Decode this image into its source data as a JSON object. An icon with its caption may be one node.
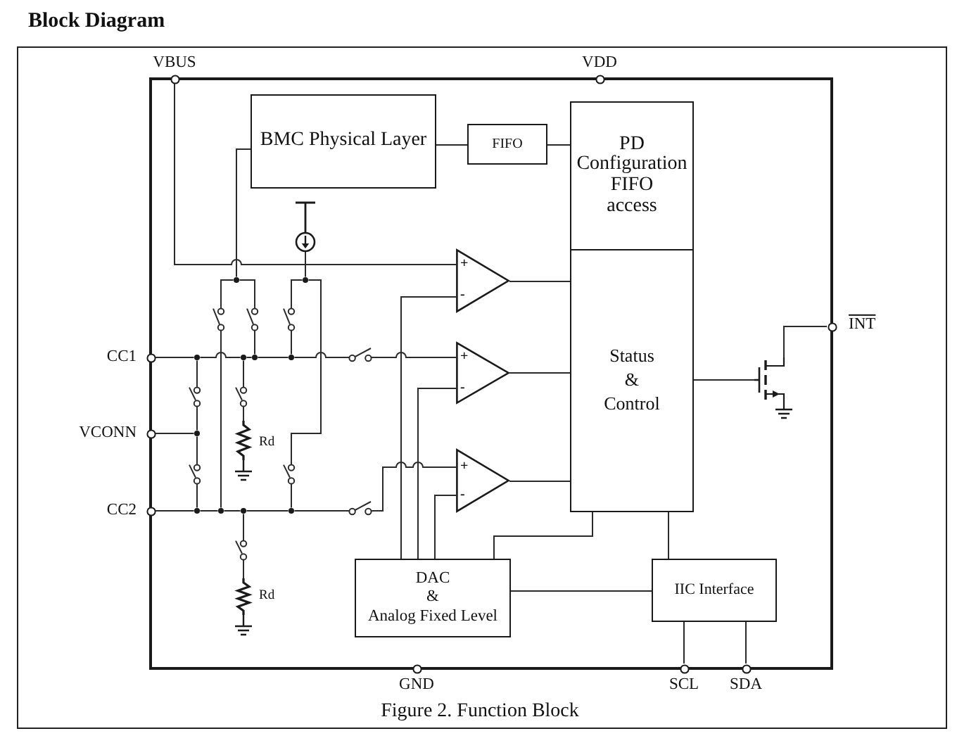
{
  "diagram": {
    "title": "Block Diagram",
    "caption": "Figure 2. Function Block",
    "nodes": [
      {
        "text": [],
        "shape": "circle",
        "beside": [
          "VBUS"
        ]
      },
      {
        "text": [],
        "shape": "circle",
        "beside": [
          "VDD"
        ]
      },
      {
        "text": [
          "BMC Physical Layer"
        ]
      },
      {
        "text": [
          "FIFO"
        ]
      },
      {
        "text": [
          "PD Configuration FIFO access"
        ]
      },
      {
        "text": [],
        "shape": "circle"
      },
      {
        "text": [
          "+",
          "-"
        ]
      },
      {
        "text": [
          "Status & Control"
        ]
      },
      {
        "text": [],
        "shape": "dot"
      },
      {
        "text": [],
        "shape": "dot"
      },
      {
        "text": [],
        "shape": "switch"
      },
      {
        "text": [],
        "shape": "switch"
      },
      {
        "text": [],
        "shape": "switch"
      },
      {
        "text": [],
        "shape": "circle",
        "beside": [
          "CC1"
        ]
      },
      {
        "text": [],
        "shape": "dot"
      },
      {
        "text": [],
        "shape": "dot"
      },
      {
        "text": [],
        "shape": "dot"
      },
      {
        "text": [],
        "shape": "dot"
      },
      {
        "text": [],
        "shape": "switch"
      },
      {
        "text": [
          "+",
          "-"
        ]
      },
      {
        "text": [],
        "shape": "circle",
        "beside": [
          "INT"
        ]
      },
      {
        "text": [],
        "shape": "transistor"
      },
      {
        "text": [],
        "shape": "switch"
      },
      {
        "text": [],
        "shape": "switch"
      },
      {
        "text": [],
        "shape": "circle",
        "beside": [
          "VCONN"
        ]
      },
      {
        "text": [],
        "shape": "dot"
      },
      {
        "text": [],
        "shape": "resistor",
        "beside": [
          "Rd"
        ]
      },
      {
        "text": [],
        "shape": "switch"
      },
      {
        "text": [],
        "shape": "switch"
      },
      {
        "text": [],
        "shape": "circle",
        "beside": [
          "CC2"
        ]
      },
      {
        "text": [],
        "shape": "dot"
      },
      {
        "text": [],
        "shape": "dot"
      },
      {
        "text": [],
        "shape": "dot"
      },
      {
        "text": [],
        "shape": "dot"
      },
      {
        "text": [],
        "shape": "switch"
      },
      {
        "text": [
          "+",
          "-"
        ]
      },
      {
        "text": [],
        "shape": "switch"
      },
      {
        "text": [],
        "shape": "resistor",
        "beside": [
          "Rd"
        ]
      },
      {
        "text": [
          "DAC & Analog Fixed Level"
        ]
      },
      {
        "text": [
          "IIC Interface"
        ]
      },
      {
        "text": [],
        "shape": "circle",
        "beside": [
          "GND"
        ]
      },
      {
        "text": [],
        "shape": "circle",
        "beside": [
          "SCL"
        ]
      },
      {
        "text": [],
        "shape": "circle",
        "beside": [
          "SDA"
        ]
      }
    ],
    "edges": [
      {
        "from": 2,
        "to": 3,
        "arrow": "none"
      },
      {
        "from": 3,
        "to": 4,
        "arrow": "none"
      },
      {
        "from": 0,
        "to": 6,
        "arrow": "none"
      },
      {
        "from": 2,
        "to": 8,
        "arrow": "none"
      },
      {
        "from": 8,
        "to": 10,
        "arrow": "none"
      },
      {
        "from": 8,
        "to": 11,
        "arrow": "none"
      },
      {
        "from": 5,
        "to": 9,
        "arrow": "none"
      },
      {
        "from": 9,
        "to": 12,
        "arrow": "none"
      },
      {
        "from": 9,
        "to": 28,
        "arrow": "none"
      },
      {
        "from": 10,
        "to": 31,
        "arrow": "none"
      },
      {
        "from": 11,
        "to": 16,
        "arrow": "none"
      },
      {
        "from": 12,
        "to": 17,
        "arrow": "none"
      },
      {
        "from": 6,
        "to": 7,
        "arrow": "none"
      },
      {
        "from": 13,
        "to": 14,
        "arrow": "none"
      },
      {
        "from": 14,
        "to": 15,
        "arrow": "none"
      },
      {
        "from": 15,
        "to": 16,
        "arrow": "none"
      },
      {
        "from": 16,
        "to": 17,
        "arrow": "none"
      },
      {
        "from": 17,
        "to": 18,
        "arrow": "none"
      },
      {
        "from": 18,
        "to": 19,
        "arrow": "none"
      },
      {
        "from": 19,
        "to": 7,
        "arrow": "none"
      },
      {
        "from": 7,
        "to": 21,
        "arrow": "none"
      },
      {
        "from": 21,
        "to": 20,
        "arrow": "none"
      },
      {
        "from": 14,
        "to": 22,
        "arrow": "none"
      },
      {
        "from": 15,
        "to": 23,
        "arrow": "none"
      },
      {
        "from": 22,
        "to": 25,
        "arrow": "none"
      },
      {
        "from": 24,
        "to": 25,
        "arrow": "none"
      },
      {
        "from": 23,
        "to": 26,
        "arrow": "none"
      },
      {
        "from": 25,
        "to": 27,
        "arrow": "none"
      },
      {
        "from": 27,
        "to": 30,
        "arrow": "none"
      },
      {
        "from": 28,
        "to": 33,
        "arrow": "none"
      },
      {
        "from": 29,
        "to": 30,
        "arrow": "none"
      },
      {
        "from": 30,
        "to": 31,
        "arrow": "none"
      },
      {
        "from": 31,
        "to": 32,
        "arrow": "none"
      },
      {
        "from": 32,
        "to": 33,
        "arrow": "none"
      },
      {
        "from": 33,
        "to": 34,
        "arrow": "none"
      },
      {
        "from": 34,
        "to": 35,
        "arrow": "none"
      },
      {
        "from": 35,
        "to": 7,
        "arrow": "none"
      },
      {
        "from": 32,
        "to": 36,
        "arrow": "none"
      },
      {
        "from": 36,
        "to": 37,
        "arrow": "none"
      },
      {
        "from": 38,
        "to": 6,
        "arrow": "none"
      },
      {
        "from": 38,
        "to": 19,
        "arrow": "none"
      },
      {
        "from": 38,
        "to": 35,
        "arrow": "none"
      },
      {
        "from": 7,
        "to": 38,
        "arrow": "none"
      },
      {
        "from": 7,
        "to": 39,
        "arrow": "none"
      },
      {
        "from": 38,
        "to": 39,
        "arrow": "none"
      },
      {
        "from": 39,
        "to": 41,
        "arrow": "none"
      },
      {
        "from": 39,
        "to": 42,
        "arrow": "none"
      }
    ]
  }
}
